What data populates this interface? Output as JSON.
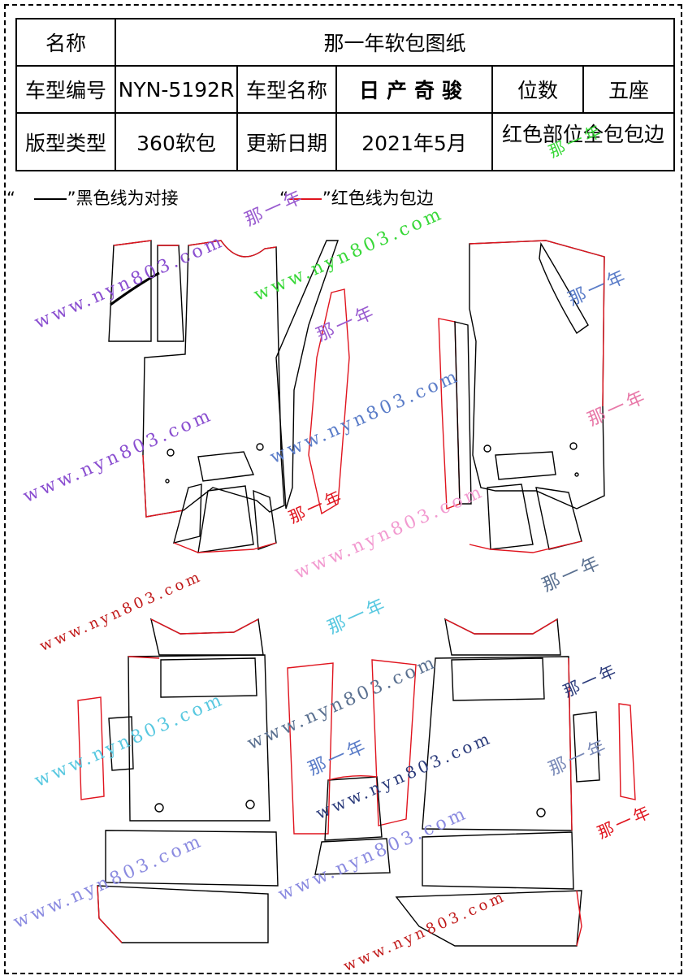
{
  "table": {
    "r1": {
      "name_label": "名称",
      "name_value": "那一年软包图纸"
    },
    "r2": {
      "code_label": "车型编号",
      "code_value": "NYN-5192R",
      "model_label": "车型名称",
      "model_value": "日产奇骏",
      "seats_label": "位数",
      "seats_value": "五座"
    },
    "r3": {
      "type_label": "版型类型",
      "type_value": "360软包",
      "date_label": "更新日期",
      "date_value": "2021年5月",
      "note_value": "红色部位全包包边"
    }
  },
  "legend": {
    "black_prefix": "“",
    "black_text": "”黑色线为对接",
    "red_prefix": "“",
    "red_text": "”红色线为包边"
  },
  "watermarks": {
    "brand": "那一年",
    "url": "www.nyn803.com"
  },
  "colors": {
    "pattern_edge": "#e0141e",
    "seam": "#000000"
  }
}
